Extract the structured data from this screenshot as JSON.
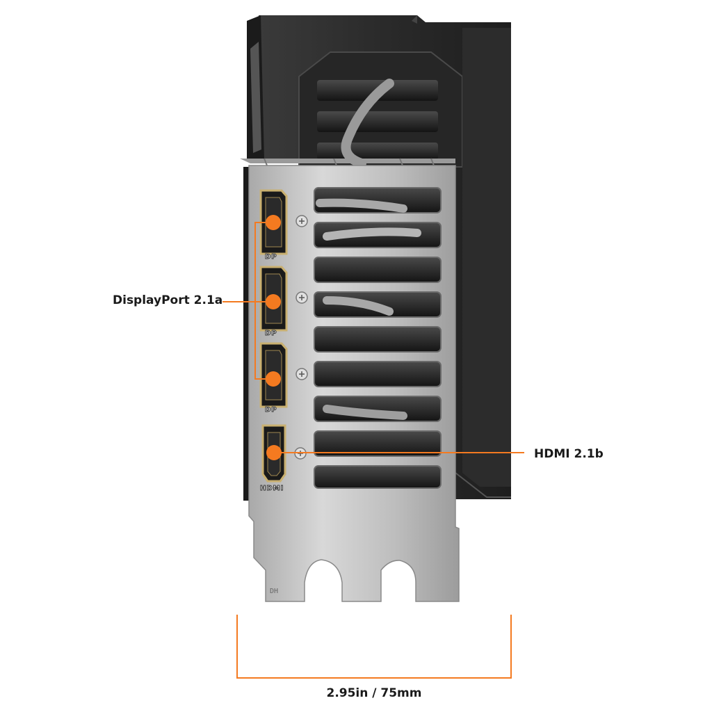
{
  "callouts": {
    "displayport": "DisplayPort 2.1a",
    "hdmi": "HDMI 2.1b"
  },
  "dimension": {
    "width": "2.95in / 75mm"
  },
  "ports": [
    {
      "kind": "DisplayPort",
      "label": "DP"
    },
    {
      "kind": "DisplayPort",
      "label": "DP"
    },
    {
      "kind": "DisplayPort",
      "label": "DP"
    },
    {
      "kind": "HDMI",
      "label": "HDMI"
    }
  ],
  "bracket_marking": "DH",
  "colors": {
    "accent": "#f47a20",
    "shroud": "#2b2b2b",
    "bracket": "#c9c9c9",
    "port_gold": "#c9b070"
  }
}
